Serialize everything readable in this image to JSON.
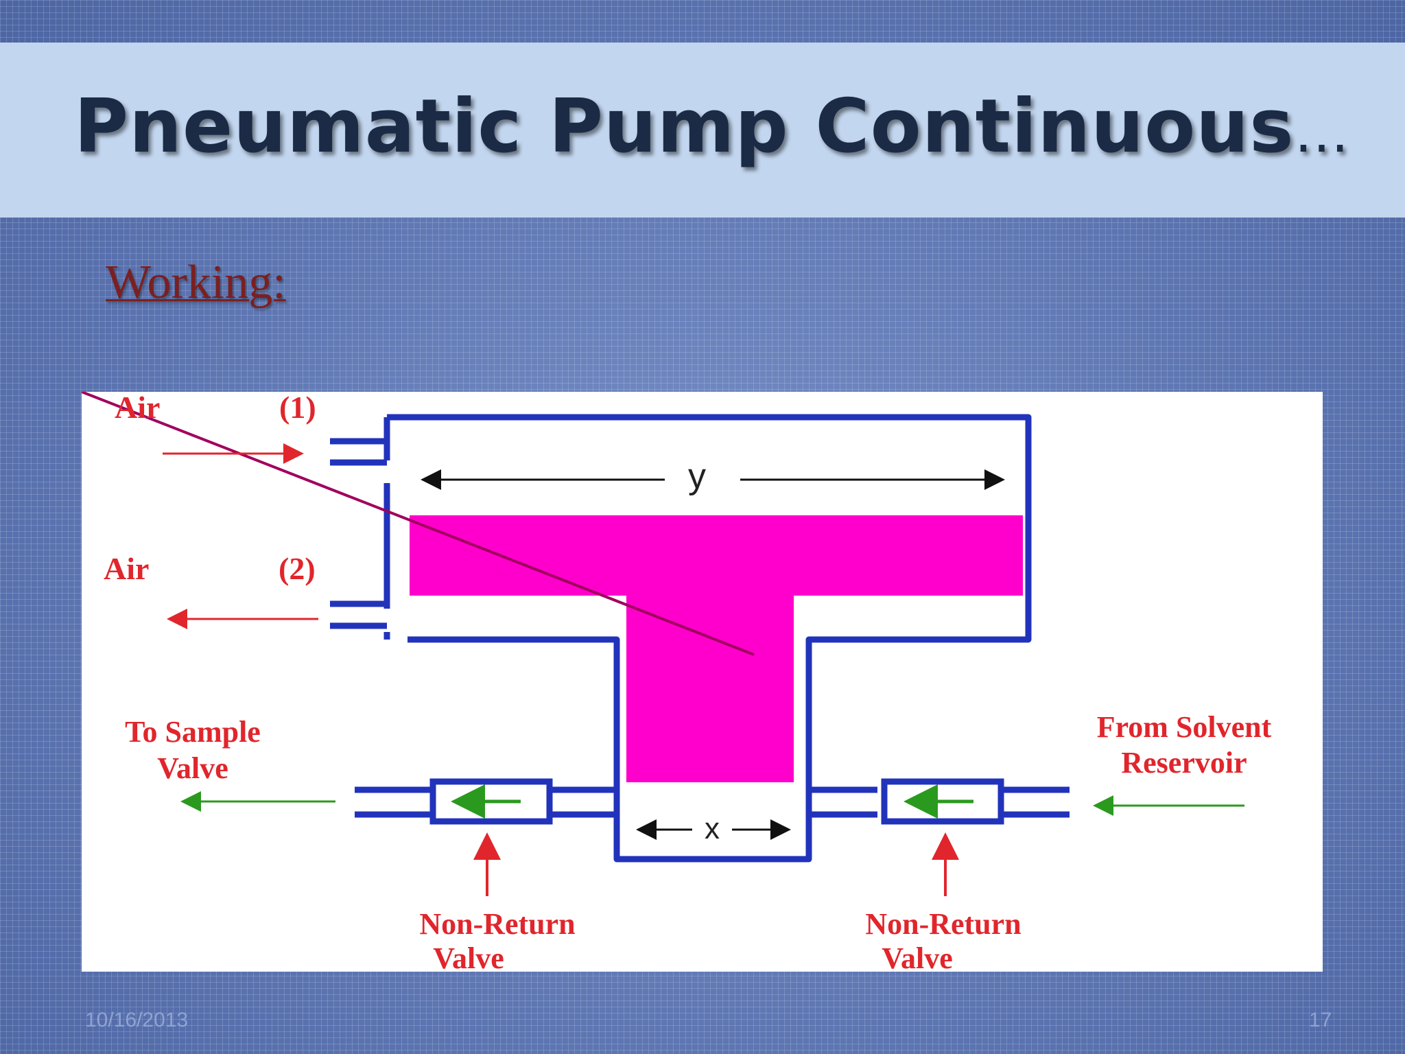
{
  "slide": {
    "title": "Pneumatic Pump Continuous",
    "title_suffix": "…",
    "heading": "Working:",
    "footer_date": "10/16/2013",
    "page_number": "17"
  },
  "diagram": {
    "air1_label": "Air",
    "air1_num": "(1)",
    "air2_label": "Air",
    "air2_num": "(2)",
    "dim_y": "y",
    "dim_x": "x",
    "to_sample_line1": "To Sample",
    "to_sample_line2": "Valve",
    "from_solvent_line1": "From Solvent",
    "from_solvent_line2": "Reservoir",
    "nrv_left_line1": "Non-Return",
    "nrv_left_line2": "Valve",
    "nrv_right_line1": "Non-Return",
    "nrv_right_line2": "Valve"
  },
  "colors": {
    "outline": "#2233bb",
    "piston": "#ff00cc",
    "air_arrow": "#e0262c",
    "flow_arrow": "#2a9a1e"
  }
}
